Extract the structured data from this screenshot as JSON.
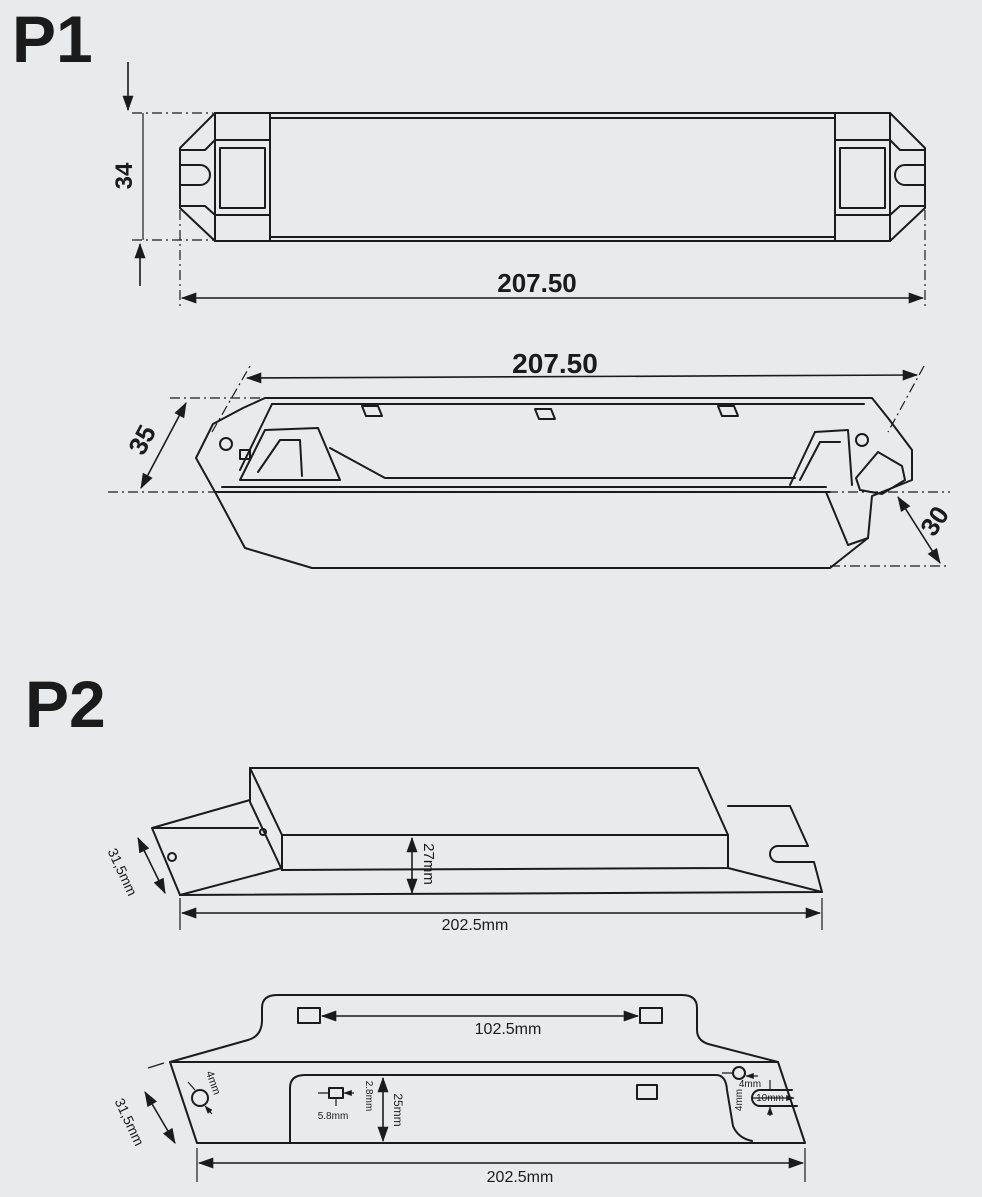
{
  "p1": {
    "label": "P1",
    "top_view": {
      "height": "34",
      "length": "207.50"
    },
    "iso_view": {
      "length": "207.50",
      "height_left": "35",
      "height_right": "30"
    }
  },
  "p2": {
    "label": "P2",
    "side_view": {
      "height": "27mm",
      "width": "31,5mm",
      "length": "202.5mm"
    },
    "bottom_view": {
      "hole_spacing": "102.5mm",
      "left_hole": "4mm",
      "slot_width": "5.8mm",
      "slot_depth": "2.8mm",
      "inner_height": "25mm",
      "right_hole": "4mm",
      "right_slot_height": "4mm",
      "right_slot_length": "10mm",
      "width": "31,5mm",
      "length": "202.5mm"
    }
  },
  "colors": {
    "background": "#e9eaeb",
    "line": "#1b1b1b"
  }
}
